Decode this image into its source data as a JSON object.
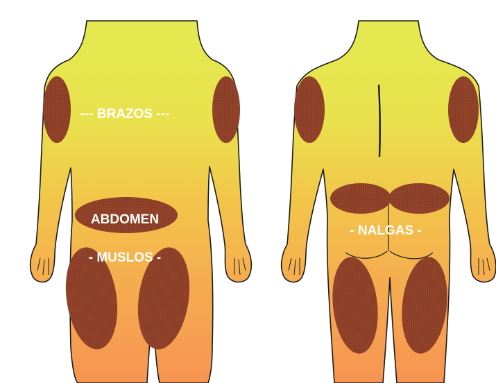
{
  "labels": {
    "arms": "--- BRAZOS ---",
    "abdomen": "ABDOMEN",
    "thighs": "- MUSLOS -",
    "buttocks": "- NALGAS -"
  },
  "colors": {
    "skin_top": "#e8ea52",
    "skin_mid": "#f3bd4a",
    "skin_bottom": "#f59a52",
    "zone": "#8c3f28",
    "outline": "#1a1a1a",
    "label": "#ffffff"
  }
}
